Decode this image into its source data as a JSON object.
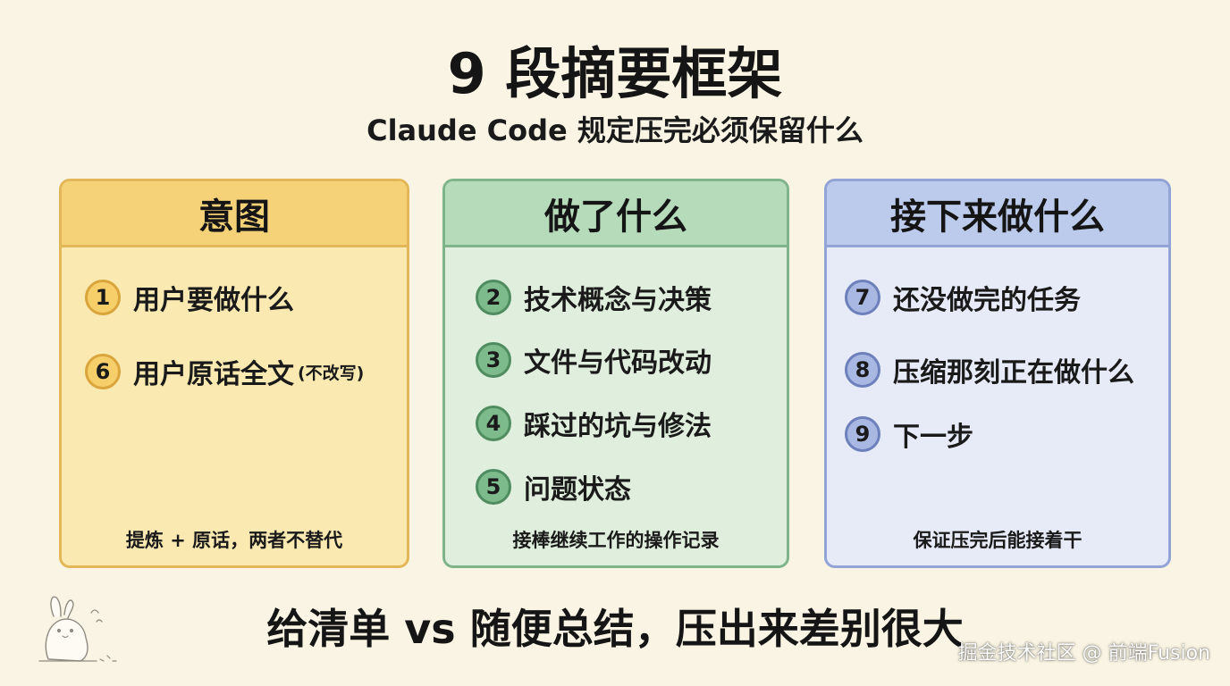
{
  "title": "9 段摘要框架",
  "subtitle": "Claude Code 规定压完必须保留什么",
  "cards": [
    {
      "header": "意图",
      "items": [
        {
          "num": "1",
          "text": "用户要做什么",
          "note": ""
        },
        {
          "num": "6",
          "text": "用户原话全文",
          "note": "(不改写)"
        }
      ],
      "footer": "提炼 + 原话，两者不替代"
    },
    {
      "header": "做了什么",
      "items": [
        {
          "num": "2",
          "text": "技术概念与决策"
        },
        {
          "num": "3",
          "text": "文件与代码改动"
        },
        {
          "num": "4",
          "text": "踩过的坑与修法"
        },
        {
          "num": "5",
          "text": "问题状态"
        }
      ],
      "footer": "接棒继续工作的操作记录"
    },
    {
      "header": "接下来做什么",
      "items": [
        {
          "num": "7",
          "text": "还没做完的任务"
        },
        {
          "num": "8",
          "text": "压缩那刻正在做什么"
        },
        {
          "num": "9",
          "text": "下一步"
        }
      ],
      "footer": "保证压完后能接着干"
    }
  ],
  "bottom_text": "给清单 vs 随便总结，压出来差别很大",
  "watermark": "掘金技术社区 @ 前端Fusion",
  "colors": {
    "background": "#f9f4e3",
    "intent": "#f5d277",
    "done": "#b5dbbb",
    "next": "#bccbec"
  },
  "icons": [
    "rabbit-mascot-icon"
  ]
}
